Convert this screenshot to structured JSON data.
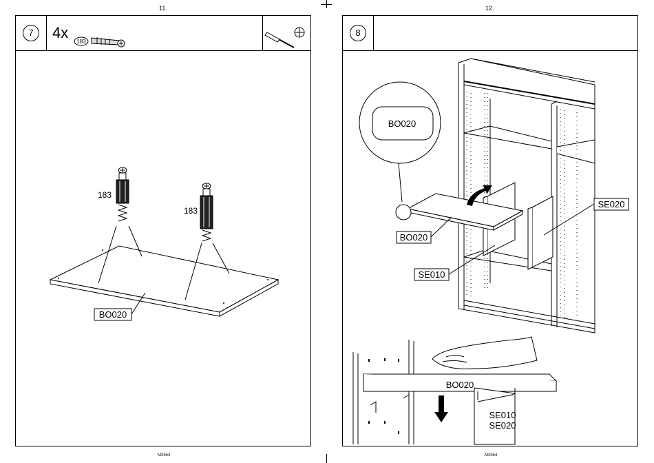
{
  "pages": {
    "left_number": "11.",
    "right_number": "12.",
    "left_footer": "M2554",
    "right_footer": "M2554"
  },
  "step7": {
    "step_number": "7",
    "quantity": "4x",
    "part_ref": "183",
    "part_label_a": "183",
    "part_label_b": "183",
    "panel_label": "BO020",
    "tool_icon": "screwdriver-icon",
    "screw_head_icon": "phillips-head-icon"
  },
  "step8": {
    "step_number": "8",
    "magnifier_label": "BO020",
    "shelf_label": "BO020",
    "side_label_se010": "SE010",
    "side_label_se020": "SE020",
    "detail_shelf_label": "BO020",
    "detail_side_label_1": "SE010",
    "detail_side_label_2": "SE020"
  }
}
